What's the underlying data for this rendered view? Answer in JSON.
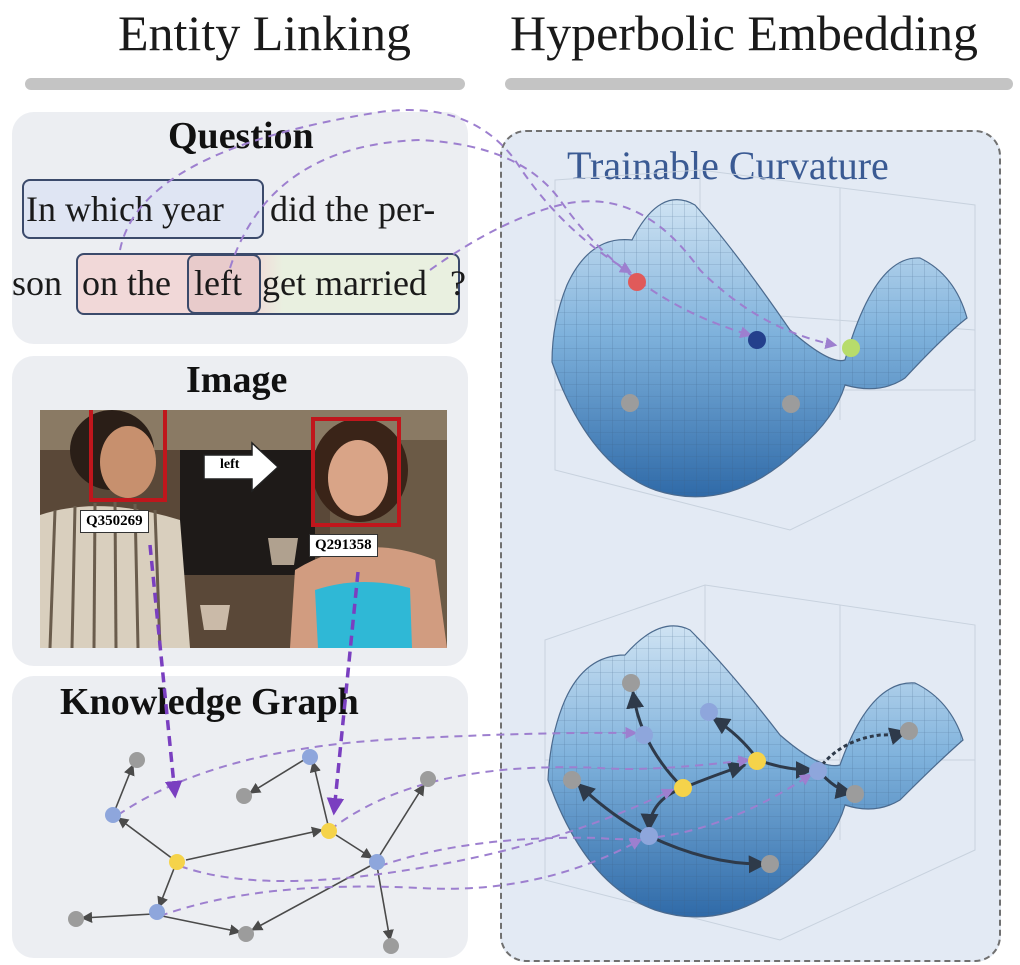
{
  "headers": {
    "left": "Entity Linking",
    "right": "Hyperbolic Embedding"
  },
  "question": {
    "title": "Question",
    "line1": {
      "a": "In which year",
      "b": "did the per-"
    },
    "line2": {
      "a": "son",
      "b": "on the",
      "c": "left",
      "d": "get married",
      "e": "?"
    }
  },
  "image": {
    "title": "Image",
    "arrow_label": "left",
    "left_id": "Q350269",
    "right_id": "Q291358"
  },
  "graph": {
    "title": "Knowledge Graph"
  },
  "hyperbolic": {
    "label": "Trainable Curvature"
  },
  "colors": {
    "blue_node": "#8ea6dc",
    "yellow_node": "#f5d34a",
    "gray_node": "#9c9c9c",
    "red_node": "#e05a5a",
    "green_node": "#b7dc6b",
    "navy_node": "#24408c",
    "dashed_link": "#9d7fcf",
    "bold_link": "#7a3fc0"
  }
}
